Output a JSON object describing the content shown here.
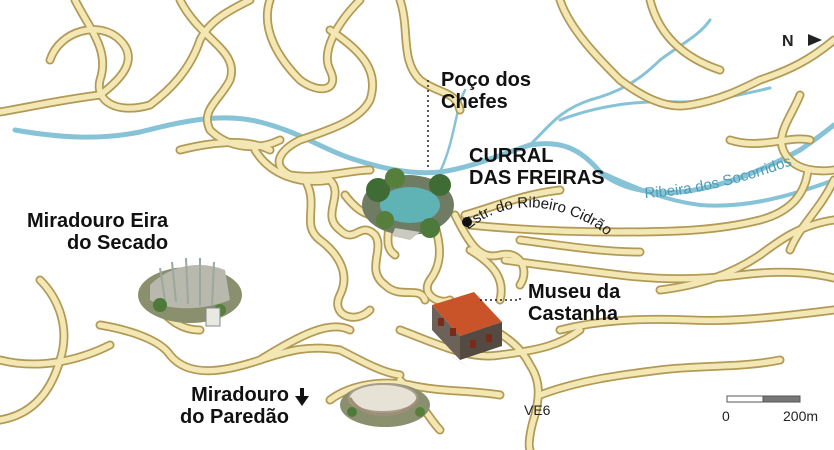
{
  "north": {
    "label": "N",
    "arrow_icon": "north-arrow-icon"
  },
  "places": {
    "poco": [
      "Poço dos",
      "Chefes"
    ],
    "curral": [
      "CURRAL",
      "DAS FREIRAS"
    ],
    "museu": [
      "Museu da",
      "Castanha"
    ],
    "eira": [
      "Miradouro Eira",
      "do Secado"
    ],
    "paredao": [
      "Miradouro",
      "do Paredão"
    ]
  },
  "river": {
    "name": "Ribeira dos Socorridos"
  },
  "roads": {
    "estrada": "Estr. do Ribeiro Cidrão",
    "ve6": "VE6"
  },
  "scale": {
    "start": "0",
    "end": "200m"
  },
  "colors": {
    "road_fill": "#f3e7b4",
    "road_edge": "#b29a56",
    "river": "#86c3d6",
    "river_text": "#4a9bb5"
  }
}
